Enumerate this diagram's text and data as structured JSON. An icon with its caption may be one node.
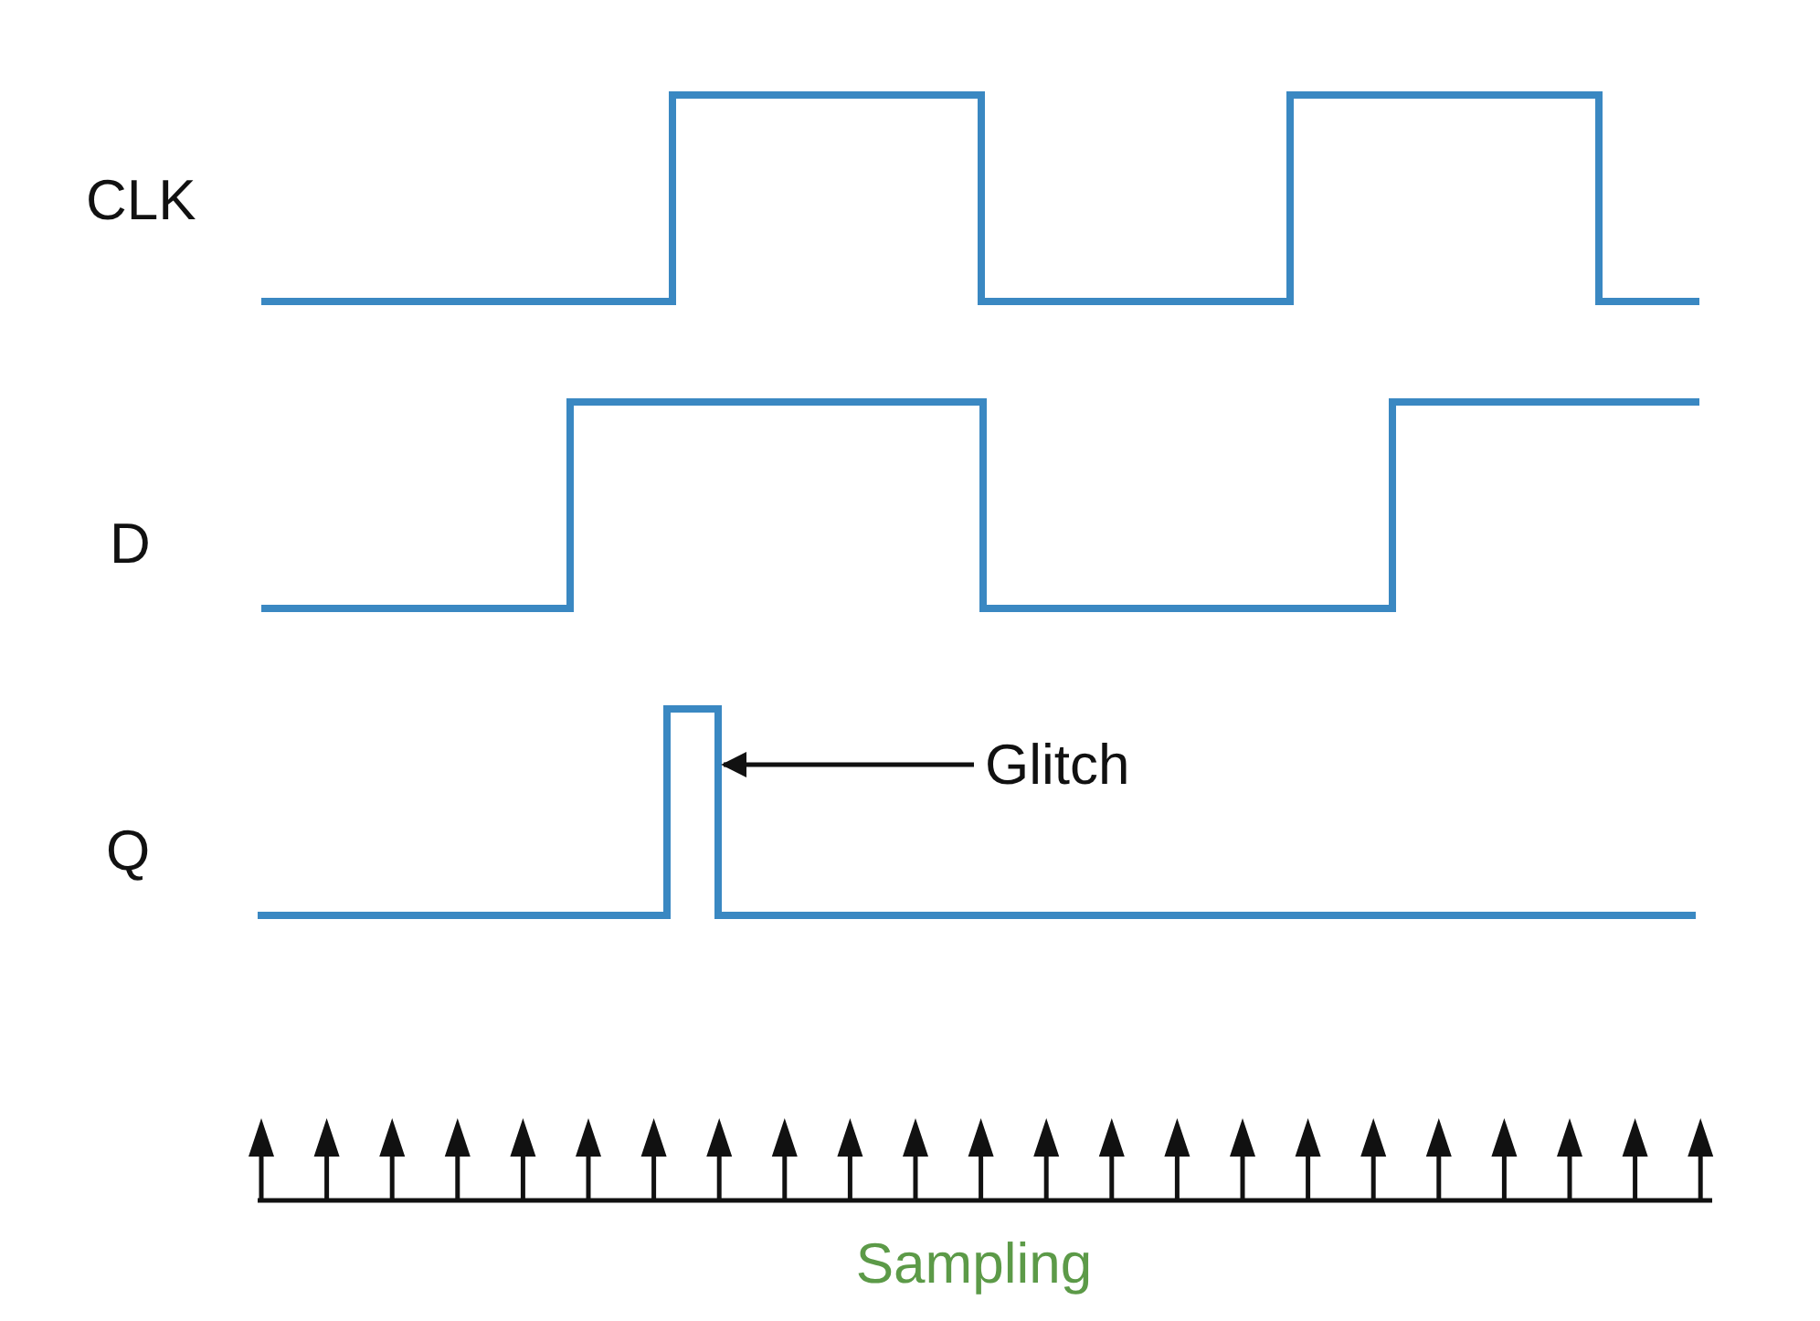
{
  "diagram": {
    "nodes": [
      {
        "text": [
          "Glitch"
        ]
      },
      {
        "text": [],
        "shape": "bar"
      }
    ],
    "edges": [
      {
        "from": 0,
        "to": 1,
        "arrow": "to"
      }
    ],
    "labels": [
      "CLK",
      "D",
      "Q",
      "Sampling"
    ]
  }
}
